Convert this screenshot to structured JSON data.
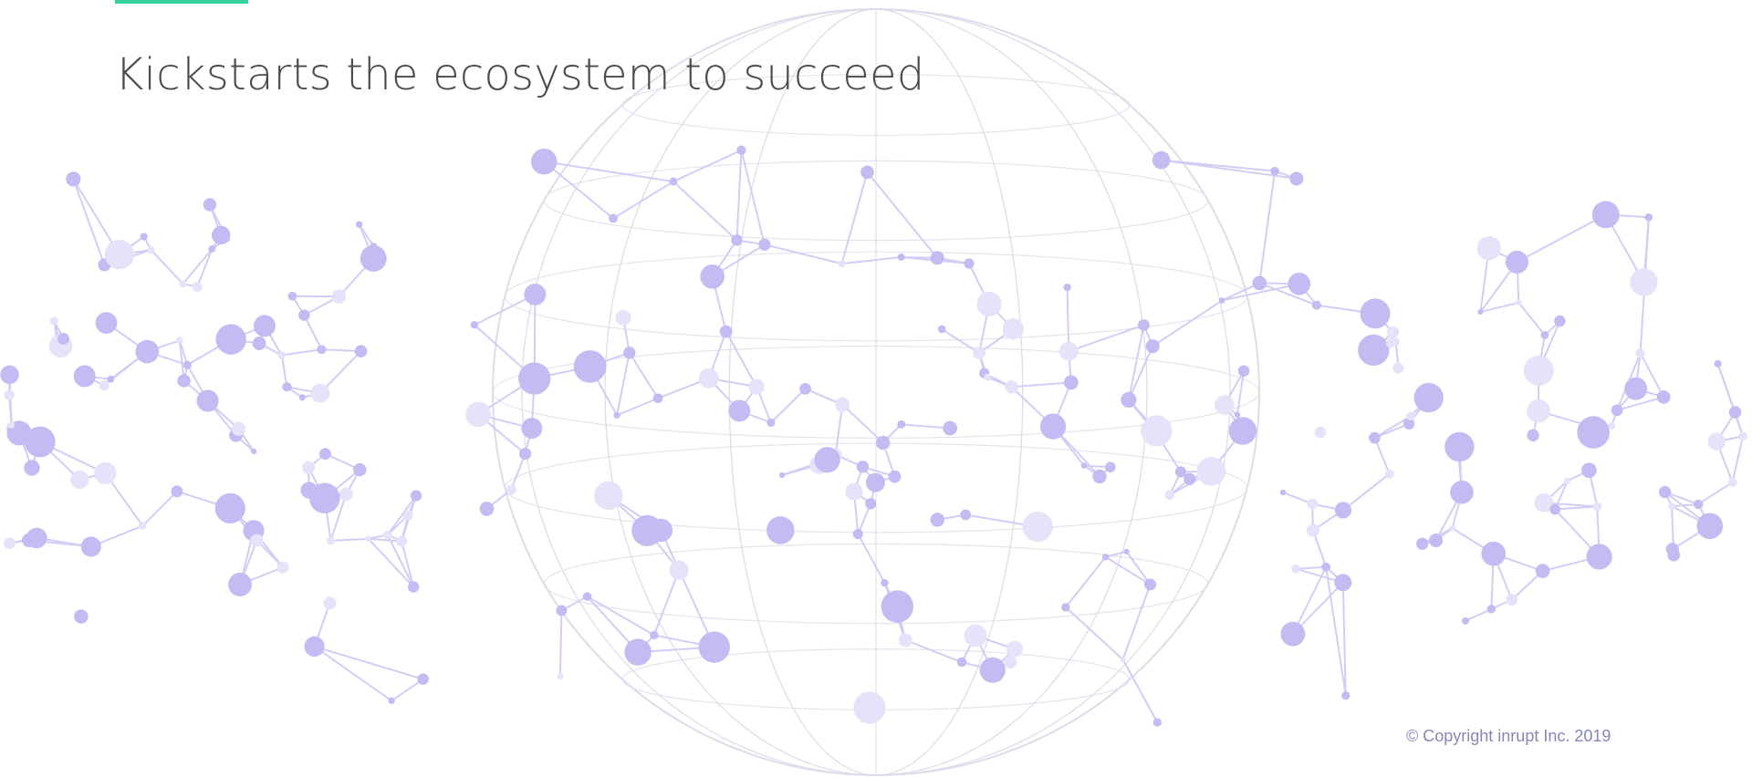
{
  "slide": {
    "title": "Kickstarts the ecosystem to succeed",
    "copyright": "© Copyright inrupt Inc. 2019"
  },
  "graphic": {
    "name": "network-globe-illustration",
    "colors": {
      "node": "#c4bbf3",
      "node_light": "#e6e2fa",
      "line": "#d3cdf5",
      "globe": "#dcdcea",
      "accent": "#34d399"
    }
  }
}
